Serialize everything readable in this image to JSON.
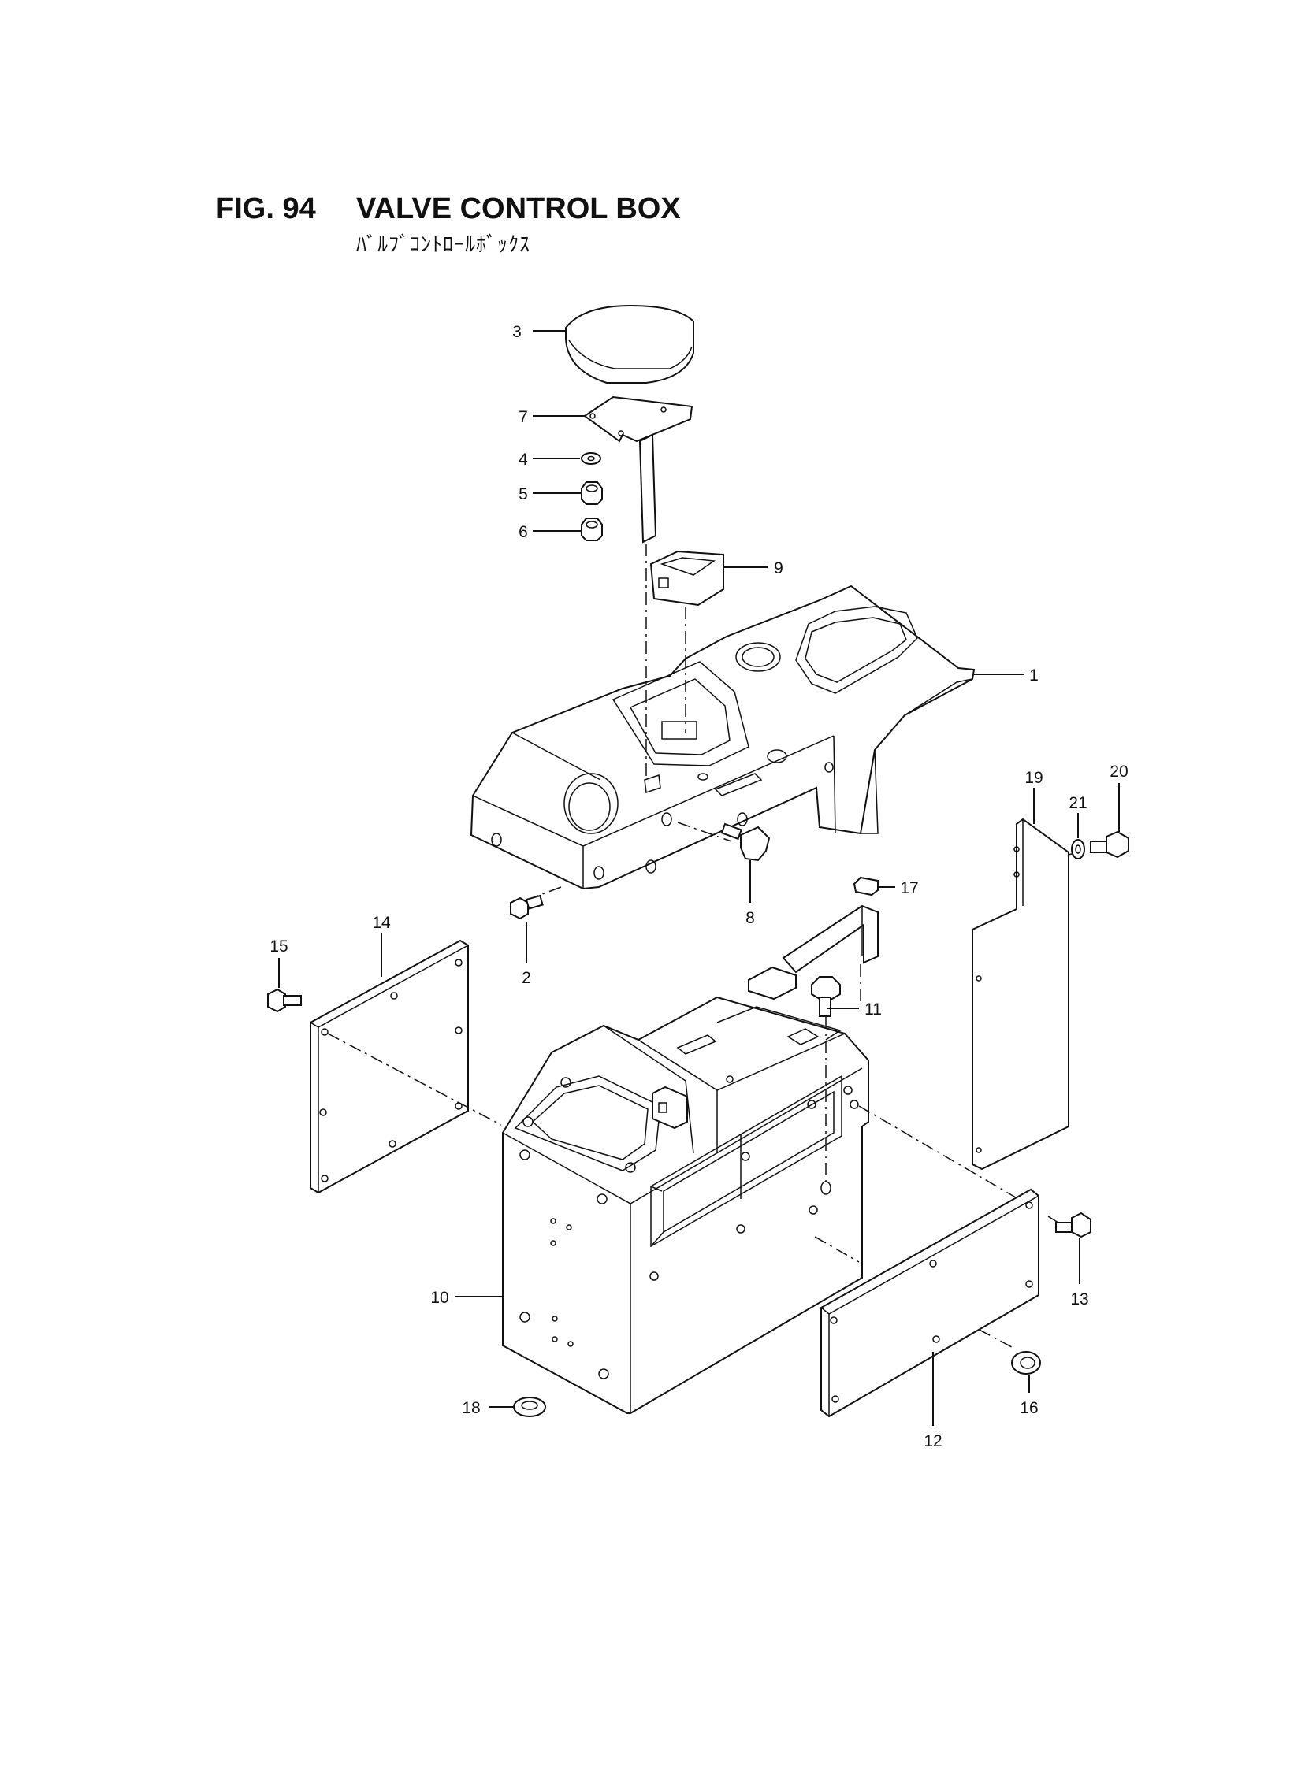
{
  "header": {
    "fig_label": "FIG. 94",
    "title": "VALVE CONTROL BOX",
    "subtitle_jp": "ﾊﾞﾙﾌﾞｺﾝﾄﾛｰﾙﾎﾞｯｸｽ"
  },
  "callouts": {
    "c1": "1",
    "c2": "2",
    "c3": "3",
    "c4": "4",
    "c5": "5",
    "c6": "6",
    "c7": "7",
    "c8": "8",
    "c9": "9",
    "c10": "10",
    "c11": "11",
    "c12": "12",
    "c13": "13",
    "c14": "14",
    "c15": "15",
    "c16": "16",
    "c17": "17",
    "c18": "18",
    "c19": "19",
    "c20": "20",
    "c21": "21"
  }
}
